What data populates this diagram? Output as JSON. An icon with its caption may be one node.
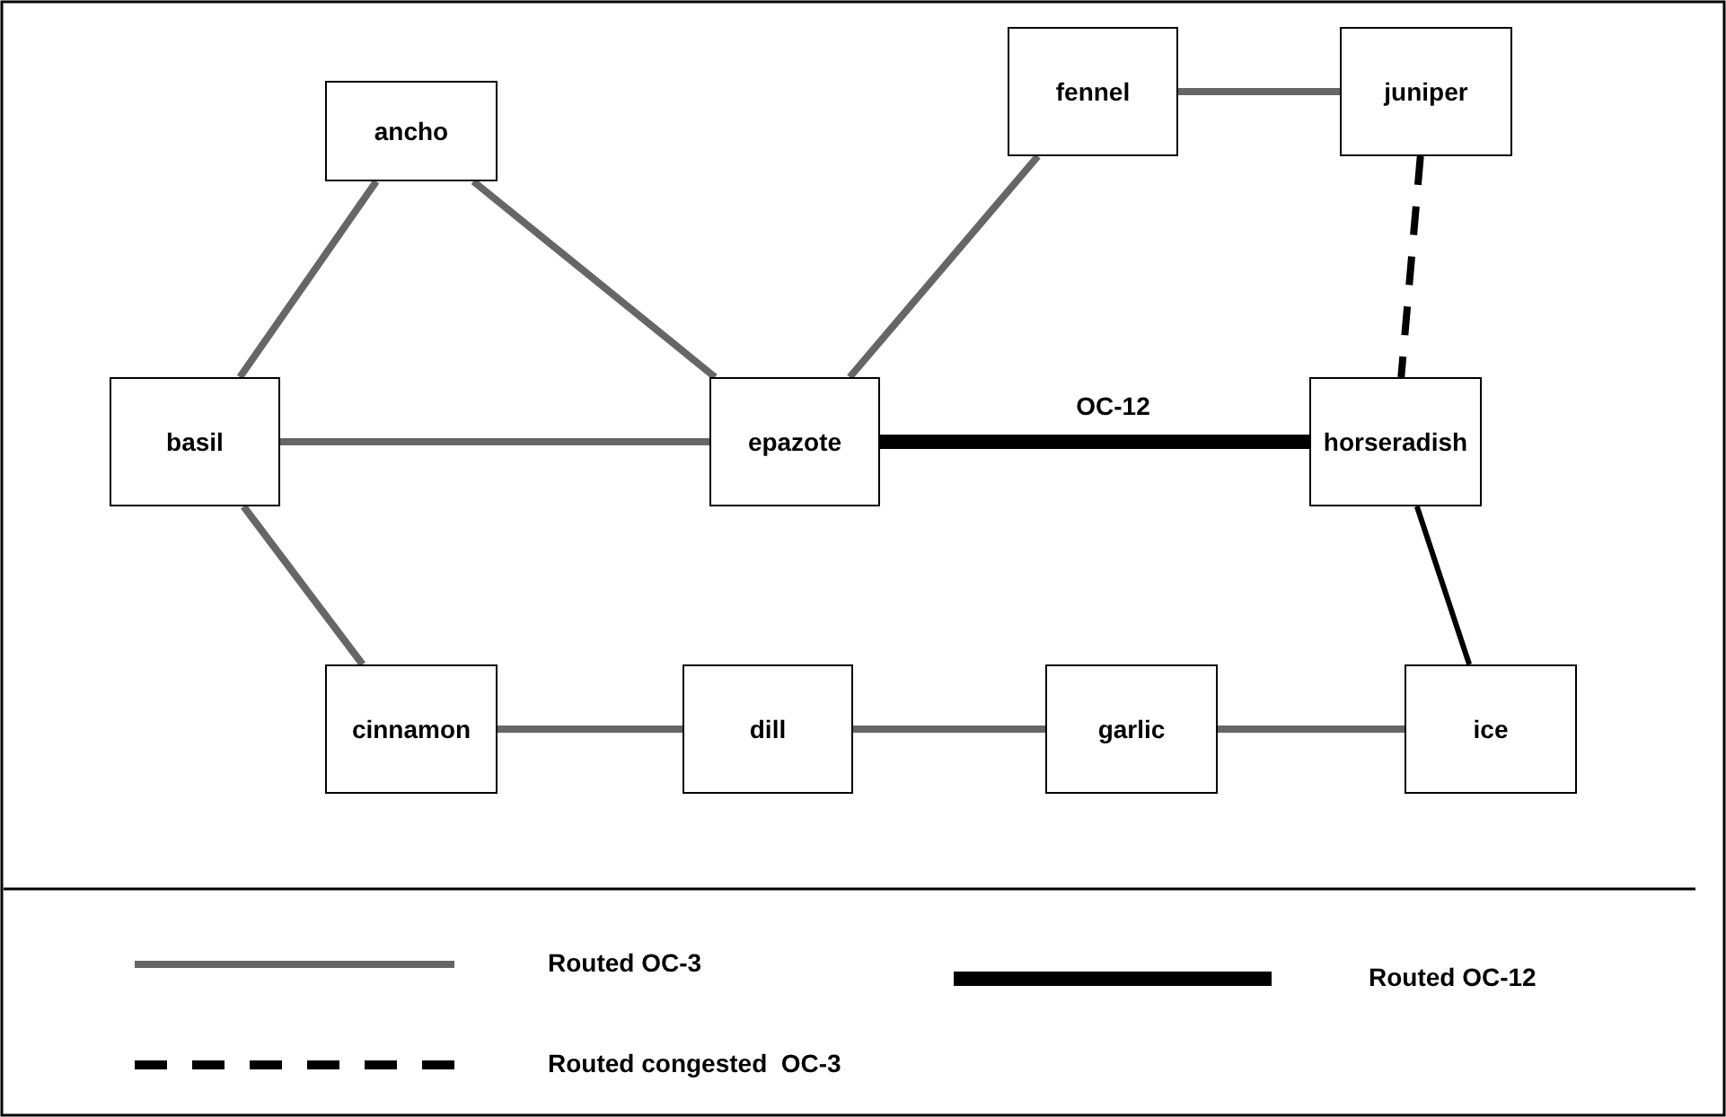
{
  "diagram": {
    "nodes": [
      {
        "text": [
          "ancho"
        ]
      },
      {
        "text": [
          "fennel"
        ]
      },
      {
        "text": [
          "juniper"
        ]
      },
      {
        "text": [
          "basil"
        ]
      },
      {
        "text": [
          "epazote"
        ]
      },
      {
        "text": [
          "horseradish"
        ]
      },
      {
        "text": [
          "cinnamon"
        ]
      },
      {
        "text": [
          "dill"
        ]
      },
      {
        "text": [
          "garlic"
        ]
      },
      {
        "text": [
          "ice"
        ]
      }
    ],
    "edges": [
      {
        "from": 0,
        "to": 3,
        "arrow": "none"
      },
      {
        "from": 0,
        "to": 4,
        "arrow": "none"
      },
      {
        "from": 3,
        "to": 4,
        "arrow": "none"
      },
      {
        "from": 3,
        "to": 6,
        "arrow": "none"
      },
      {
        "from": 4,
        "to": 1,
        "arrow": "none"
      },
      {
        "from": 1,
        "to": 2,
        "arrow": "none"
      },
      {
        "from": 2,
        "to": 5,
        "arrow": "none",
        "style": "dashed",
        "color": "#000000"
      },
      {
        "from": 4,
        "to": 5,
        "arrow": "none",
        "label": "OC-12",
        "style": "thick",
        "color": "#000000"
      },
      {
        "from": 5,
        "to": 9,
        "arrow": "none",
        "color": "#000000"
      },
      {
        "from": 6,
        "to": 7,
        "arrow": "none"
      },
      {
        "from": 7,
        "to": 8,
        "arrow": "none"
      },
      {
        "from": 8,
        "to": 9,
        "arrow": "none"
      }
    ],
    "legend": [
      {
        "text": "Routed OC-3"
      },
      {
        "text": "Routed OC-12"
      },
      {
        "text": "Routed congested  OC-3"
      }
    ]
  }
}
